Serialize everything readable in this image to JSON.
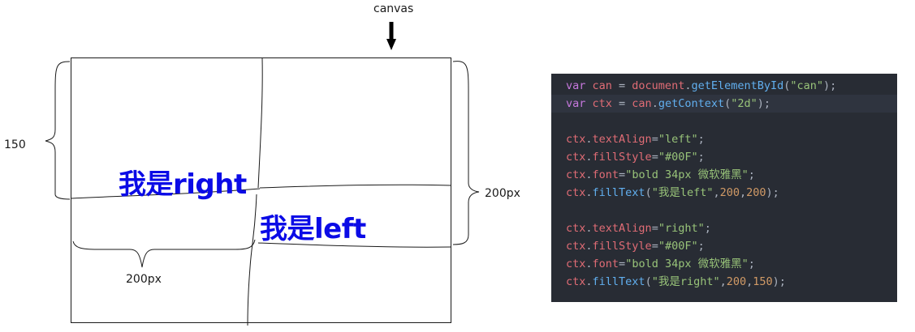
{
  "annotations": {
    "canvas_label": "canvas",
    "height_label": "150",
    "right_width_label": "200px",
    "bottom_width_label": "200px"
  },
  "demo": {
    "text_right": "我是right",
    "text_left": "我是left",
    "text_color": "#0000FF"
  },
  "code": {
    "lines": [
      [
        {
          "t": "kw",
          "s": "var "
        },
        {
          "t": "var",
          "s": "can"
        },
        {
          "t": "op",
          "s": " = "
        },
        {
          "t": "var",
          "s": "document"
        },
        {
          "t": "op",
          "s": "."
        },
        {
          "t": "fn",
          "s": "getElementById"
        },
        {
          "t": "op",
          "s": "("
        },
        {
          "t": "str",
          "s": "\"can\""
        },
        {
          "t": "op",
          "s": ");"
        }
      ],
      [
        {
          "t": "kw",
          "s": "var "
        },
        {
          "t": "var",
          "s": "ctx"
        },
        {
          "t": "op",
          "s": " = "
        },
        {
          "t": "var",
          "s": "can"
        },
        {
          "t": "op",
          "s": "."
        },
        {
          "t": "fn",
          "s": "getContext"
        },
        {
          "t": "op",
          "s": "("
        },
        {
          "t": "str",
          "s": "\"2d\""
        },
        {
          "t": "op",
          "s": ");"
        }
      ],
      [],
      [
        {
          "t": "var",
          "s": "ctx"
        },
        {
          "t": "op",
          "s": "."
        },
        {
          "t": "var",
          "s": "textAlign"
        },
        {
          "t": "op",
          "s": "="
        },
        {
          "t": "str",
          "s": "\"left\""
        },
        {
          "t": "op",
          "s": ";"
        }
      ],
      [
        {
          "t": "var",
          "s": "ctx"
        },
        {
          "t": "op",
          "s": "."
        },
        {
          "t": "var",
          "s": "fillStyle"
        },
        {
          "t": "op",
          "s": "="
        },
        {
          "t": "str",
          "s": "\"#00F\""
        },
        {
          "t": "op",
          "s": ";"
        }
      ],
      [
        {
          "t": "var",
          "s": "ctx"
        },
        {
          "t": "op",
          "s": "."
        },
        {
          "t": "var",
          "s": "font"
        },
        {
          "t": "op",
          "s": "="
        },
        {
          "t": "str",
          "s": "\"bold 34px 微软雅黑\""
        },
        {
          "t": "op",
          "s": ";"
        }
      ],
      [
        {
          "t": "var",
          "s": "ctx"
        },
        {
          "t": "op",
          "s": "."
        },
        {
          "t": "fn",
          "s": "fillText"
        },
        {
          "t": "op",
          "s": "("
        },
        {
          "t": "str",
          "s": "\"我是left\""
        },
        {
          "t": "op",
          "s": ","
        },
        {
          "t": "num",
          "s": "200"
        },
        {
          "t": "op",
          "s": ","
        },
        {
          "t": "num",
          "s": "200"
        },
        {
          "t": "op",
          "s": ");"
        }
      ],
      [],
      [
        {
          "t": "var",
          "s": "ctx"
        },
        {
          "t": "op",
          "s": "."
        },
        {
          "t": "var",
          "s": "textAlign"
        },
        {
          "t": "op",
          "s": "="
        },
        {
          "t": "str",
          "s": "\"right\""
        },
        {
          "t": "op",
          "s": ";"
        }
      ],
      [
        {
          "t": "var",
          "s": "ctx"
        },
        {
          "t": "op",
          "s": "."
        },
        {
          "t": "var",
          "s": "fillStyle"
        },
        {
          "t": "op",
          "s": "="
        },
        {
          "t": "str",
          "s": "\"#00F\""
        },
        {
          "t": "op",
          "s": ";"
        }
      ],
      [
        {
          "t": "var",
          "s": "ctx"
        },
        {
          "t": "op",
          "s": "."
        },
        {
          "t": "var",
          "s": "font"
        },
        {
          "t": "op",
          "s": "="
        },
        {
          "t": "str",
          "s": "\"bold 34px 微软雅黑\""
        },
        {
          "t": "op",
          "s": ";"
        }
      ],
      [
        {
          "t": "var",
          "s": "ctx"
        },
        {
          "t": "op",
          "s": "."
        },
        {
          "t": "fn",
          "s": "fillText"
        },
        {
          "t": "op",
          "s": "("
        },
        {
          "t": "str",
          "s": "\"我是right\""
        },
        {
          "t": "op",
          "s": ","
        },
        {
          "t": "num",
          "s": "200"
        },
        {
          "t": "op",
          "s": ","
        },
        {
          "t": "num",
          "s": "150"
        },
        {
          "t": "op",
          "s": ");"
        }
      ]
    ],
    "highlighted_line": 1,
    "colors": {
      "background": "#282c34",
      "keyword": "#c678dd",
      "variable": "#e06c75",
      "function": "#61afef",
      "string": "#98c379",
      "number": "#d19a66"
    }
  }
}
